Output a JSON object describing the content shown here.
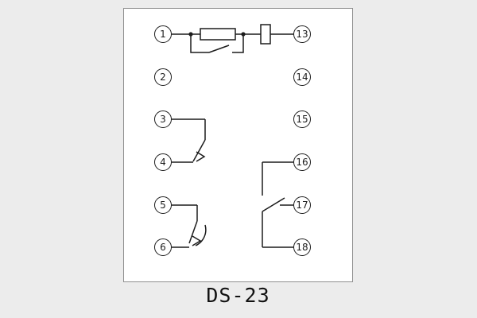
{
  "diagram": {
    "model_label": "DS-23",
    "terminals": {
      "left": [
        "1",
        "2",
        "3",
        "4",
        "5",
        "6"
      ],
      "right": [
        "13",
        "14",
        "15",
        "16",
        "17",
        "18"
      ]
    },
    "colors": {
      "background": "#ececec",
      "panel": "#ffffff",
      "panel_border": "#8f8f8f",
      "line": "#1c1c1c"
    }
  }
}
